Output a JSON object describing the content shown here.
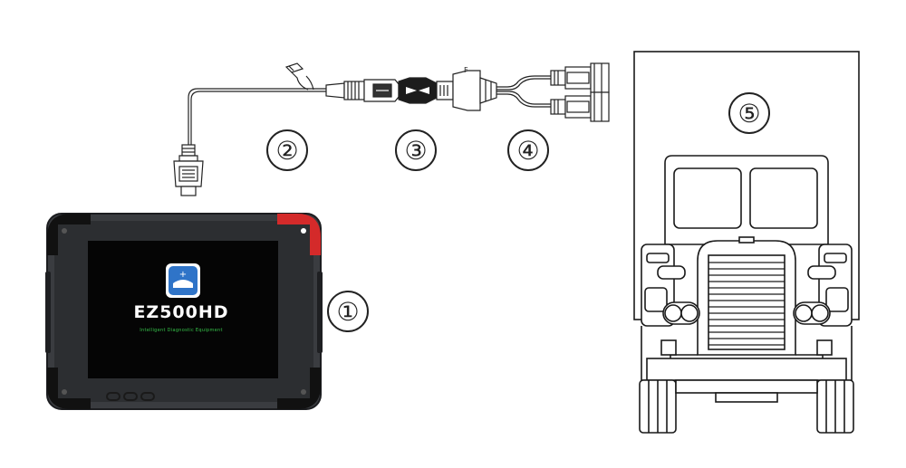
{
  "device": {
    "brand_label": "EZ500HD",
    "tagline": "Intelligent Diagnostic Equipment"
  },
  "callouts": [
    "①",
    "②",
    "③",
    "④",
    "⑤"
  ],
  "colors": {
    "tablet_body": "#3a3c40",
    "tablet_screen": "#050505",
    "corner_bumper": "#111111",
    "corner_bumper_accent": "#d42a2a",
    "app_icon_blue": "#2f74c8",
    "line": "#222222"
  }
}
